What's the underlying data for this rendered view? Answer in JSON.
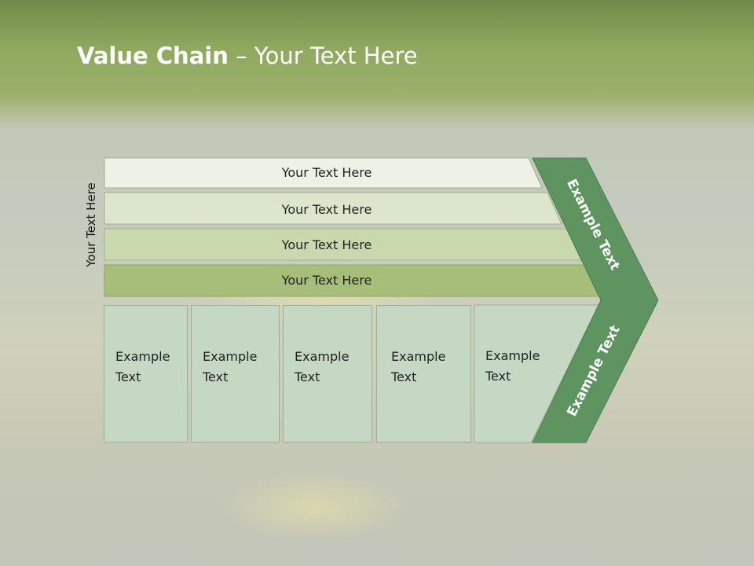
{
  "title": {
    "bold": "Value Chain",
    "rest": " – Your Text Here"
  },
  "side_label": "Your Text Here",
  "bars": [
    {
      "label": "Your Text Here",
      "color": "#eef2e6"
    },
    {
      "label": "Your Text Here",
      "color": "#dce6cc"
    },
    {
      "label": "Your Text Here",
      "color": "#cad9ad"
    },
    {
      "label": "Your Text Here",
      "color": "#a7bd7a"
    }
  ],
  "boxes": [
    {
      "line1": "Example",
      "line2": "Text"
    },
    {
      "line1": "Example",
      "line2": "Text"
    },
    {
      "line1": "Example",
      "line2": "Text"
    },
    {
      "line1": "Example",
      "line2": "Text"
    },
    {
      "line1": "Example",
      "line2": "Text"
    }
  ],
  "chevron": {
    "upper": "Example Text",
    "lower": "Example Text",
    "color": "#5e9460"
  }
}
